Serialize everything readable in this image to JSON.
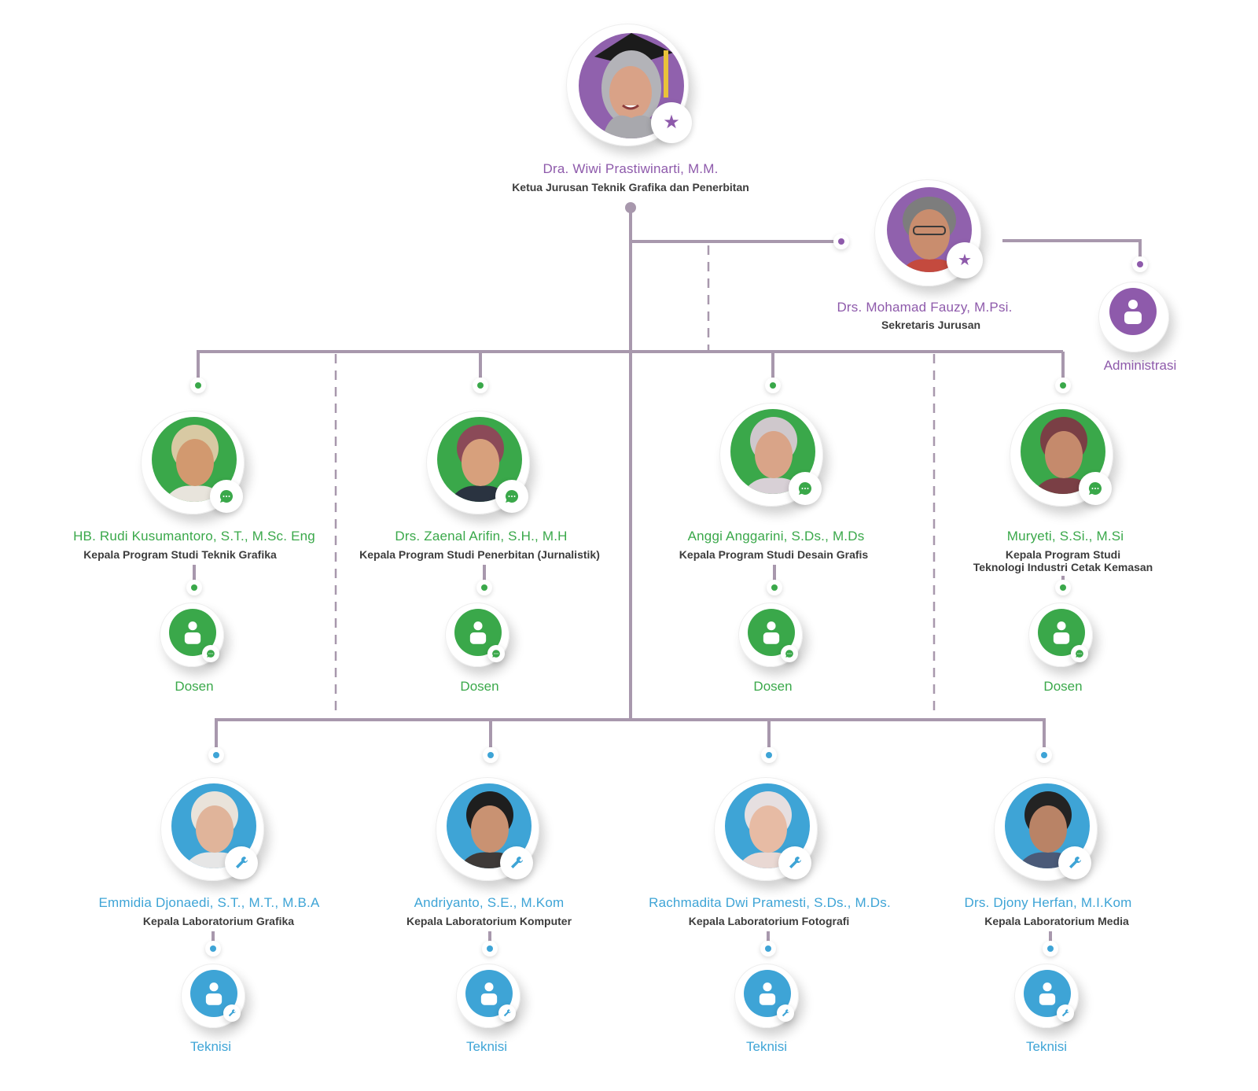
{
  "colors": {
    "head": "#8e5aab",
    "program": "#3aa84a",
    "lab": "#3ea4d6",
    "connector": "#a898ad",
    "role_text": "#3d3d3d"
  },
  "head": {
    "name": "Dra. Wiwi Prastiwinarti, M.M.",
    "role": "Ketua Jurusan Teknik Grafika dan Penerbitan",
    "badge_icon": "star-icon"
  },
  "secretary": {
    "name": "Drs. Mohamad Fauzy, M.Psi.",
    "role": "Sekretaris Jurusan",
    "badge_icon": "star-icon"
  },
  "administration": {
    "label": "Administrasi",
    "icon": "person-icon"
  },
  "program_heads": [
    {
      "name": "HB. Rudi Kusumantoro, S.T., M.Sc. Eng",
      "role": "Kepala Program Studi Teknik Grafika",
      "role_line2": "",
      "staff_label": "Dosen"
    },
    {
      "name": "Drs. Zaenal Arifin, S.H., M.H",
      "role": "Kepala Program Studi Penerbitan (Jurnalistik)",
      "role_line2": "",
      "staff_label": "Dosen"
    },
    {
      "name": "Anggi Anggarini, S.Ds., M.Ds",
      "role": "Kepala Program Studi Desain Grafis",
      "role_line2": "",
      "staff_label": "Dosen"
    },
    {
      "name": "Muryeti, S.Si., M.Si",
      "role": "Kepala Program Studi",
      "role_line2": "Teknologi Industri Cetak Kemasan",
      "staff_label": "Dosen"
    }
  ],
  "lab_heads": [
    {
      "name": "Emmidia Djonaedi, S.T., M.T., M.B.A",
      "role": "Kepala Laboratorium Grafika",
      "staff_label": "Teknisi"
    },
    {
      "name": "Andriyanto, S.E., M.Kom",
      "role": "Kepala Laboratorium Komputer",
      "staff_label": "Teknisi"
    },
    {
      "name": "Rachmadita Dwi Pramesti, S.Ds., M.Ds.",
      "role": "Kepala Laboratorium Fotografi",
      "staff_label": "Teknisi"
    },
    {
      "name": "Drs. Djony Herfan, M.I.Kom",
      "role": "Kepala Laboratorium Media",
      "staff_label": "Teknisi"
    }
  ]
}
